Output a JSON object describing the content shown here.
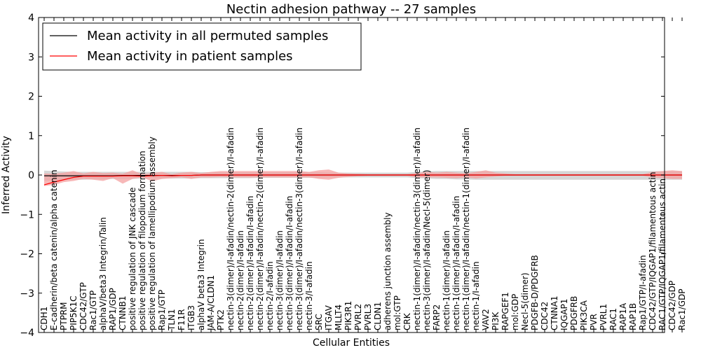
{
  "chart_data": {
    "type": "line",
    "title": "Nectin adhesion pathway -- 27 samples",
    "xlabel": "Cellular Entities",
    "ylabel": "Inferred Activity",
    "ylim": [
      -4,
      4
    ],
    "yticks": [
      -4,
      -3,
      -2,
      -1,
      0,
      1,
      2,
      3,
      4
    ],
    "grid": false,
    "legend_position": "top-left",
    "categories": [
      "CDH1",
      "E-cadherin/beta catenin/alpha catenin",
      "PTPRM",
      "PIP5K1C",
      "CDC42/GTP",
      "Rac1/GTP",
      "alphaV/beta3 Integrin/Talin",
      "RAP1/GDP",
      "CTNNB1",
      "positive regulation of JNK cascade",
      "positive regulation of filopodium formation",
      "positive regulation of lamellipodium assembly",
      "Rap1/GTP",
      "TLN1",
      "F11R",
      "ITGB3",
      "alphaV beta3 Integrin",
      "JAM-A/CLDN1",
      "PTK2",
      "nectin-3(dimer)/I-afadin/nectin-2(dimer)/I-afadin",
      "nectin-2(dimer)/I-afadin",
      "nectin-2(dimer)/I-afadin/I-afadin",
      "nectin-2(dimer)/I-afadin/nectin-2(dimer)/I-afadin",
      "nectin-2/I-afadin",
      "nectin-3(dimer)/I-afadin",
      "nectin-3(dimer)/I-afadin/I-afadin",
      "nectin-3(dimer)/I-afadin/nectin-3(dimer)/I-afadin",
      "nectin-3/I-afadin",
      "SRC",
      "ITGAV",
      "MLLT4",
      "PIK3R1",
      "PVRL2",
      "PVRL3",
      "CLDN1",
      "adherens junction assembly",
      "mol:GTP",
      "CRK",
      "nectin-1(dimer)/I-afadin/nectin-3(dimer)/I-afadin",
      "nectin-3(dimer)/I-afadin/Necl-5(dimer)",
      "FARP2",
      "nectin-1(dimer)/I-afadin",
      "nectin-1(dimer)/I-afadin/I-afadin",
      "nectin-1(dimer)/I-afadin/nectin-1(dimer)/I-afadin",
      "nectin-1/I-afadin",
      "VAV2",
      "PI3K",
      "RAPGEF1",
      "mol:GDP",
      "Necl-5(dimer)",
      "PDGFB-D/PDGFRB",
      "CDC42",
      "CTNNA1",
      "IQGAP1",
      "PDGFRB",
      "PIK3CA",
      "PVR",
      "PVRL1",
      "RAC1",
      "RAP1A",
      "RAP1B",
      "Rap1/GTP/I-afadin",
      "CDC42/GTP/IQGAP1/filamentous actin",
      "RAC1/GTP/IQGAP1/filamentous actin",
      "CDC42/GDP",
      "Rac1/GDP"
    ],
    "series": [
      {
        "name": "Mean activity in all permuted samples",
        "color": "#000000",
        "values": [
          -0.02,
          -0.02,
          -0.02,
          -0.02,
          -0.02,
          -0.02,
          -0.02,
          -0.02,
          -0.01,
          -0.01,
          -0.01,
          -0.01,
          -0.01,
          -0.01,
          -0.01,
          -0.01,
          0,
          0,
          0,
          0,
          0,
          0,
          0,
          0,
          0,
          0,
          0,
          0,
          0,
          0,
          0,
          0,
          0,
          0,
          0,
          0,
          0,
          0,
          0,
          0,
          0,
          0,
          0,
          0,
          0,
          0,
          0,
          0,
          0,
          0,
          0,
          0,
          0,
          0,
          0,
          0,
          0,
          0,
          0,
          0,
          0,
          0,
          0,
          0,
          0,
          0
        ],
        "band": {
          "color": "#bbbbbb",
          "lower": [
            -0.15,
            -0.14,
            -0.13,
            -0.12,
            -0.12,
            -0.11,
            -0.11,
            -0.1,
            -0.1,
            -0.1,
            -0.09,
            -0.09,
            -0.09,
            -0.09,
            -0.09,
            -0.09,
            -0.08,
            -0.08,
            -0.08,
            -0.08,
            -0.08,
            -0.08,
            -0.07,
            -0.07,
            -0.07,
            -0.07,
            -0.07,
            -0.07,
            -0.07,
            -0.06,
            -0.06,
            -0.06,
            -0.06,
            -0.06,
            -0.06,
            -0.06,
            -0.06,
            -0.06,
            -0.08,
            -0.09,
            -0.1,
            -0.1,
            -0.11,
            -0.11,
            -0.12,
            -0.12,
            -0.12,
            -0.12,
            -0.12,
            -0.12,
            -0.12,
            -0.12,
            -0.12,
            -0.12,
            -0.12,
            -0.12,
            -0.12,
            -0.12,
            -0.12,
            -0.12,
            -0.12,
            -0.12,
            -0.12,
            -0.12,
            -0.12,
            -0.12
          ],
          "upper": [
            0.11,
            0.1,
            0.09,
            0.08,
            0.08,
            0.08,
            0.08,
            0.08,
            0.08,
            0.08,
            0.08,
            0.08,
            0.08,
            0.08,
            0.08,
            0.08,
            0.07,
            0.07,
            0.07,
            0.07,
            0.07,
            0.07,
            0.07,
            0.07,
            0.07,
            0.07,
            0.07,
            0.07,
            0.07,
            0.06,
            0.06,
            0.06,
            0.06,
            0.06,
            0.06,
            0.06,
            0.06,
            0.06,
            0.08,
            0.09,
            0.1,
            0.1,
            0.1,
            0.1,
            0.1,
            0.1,
            0.1,
            0.1,
            0.1,
            0.1,
            0.1,
            0.1,
            0.1,
            0.1,
            0.1,
            0.1,
            0.1,
            0.1,
            0.1,
            0.1,
            0.1,
            0.1,
            0.1,
            0.1,
            0.1,
            0.1
          ]
        }
      },
      {
        "name": "Mean activity in patient samples",
        "color": "#ff0000",
        "values": [
          -0.25,
          -0.18,
          -0.12,
          -0.06,
          -0.03,
          -0.03,
          -0.03,
          -0.03,
          -0.02,
          -0.02,
          -0.03,
          -0.02,
          -0.01,
          -0.02,
          -0.01,
          -0.01,
          0,
          0,
          0,
          0,
          0,
          0,
          0,
          0,
          0,
          0,
          0,
          0,
          0,
          0,
          0,
          0,
          0,
          0,
          0,
          0,
          0,
          0,
          0,
          0,
          0,
          0,
          0,
          0,
          0,
          0,
          0,
          0,
          0,
          0,
          0,
          0,
          0,
          0,
          0,
          0,
          0,
          0,
          0,
          0,
          0,
          0,
          0,
          0,
          0,
          0
        ],
        "band": {
          "color": "#f4a0a0",
          "lower": [
            -0.28,
            -0.25,
            -0.18,
            -0.15,
            -0.1,
            -0.12,
            -0.15,
            -0.08,
            -0.22,
            -0.1,
            -0.06,
            -0.16,
            -0.1,
            -0.08,
            -0.06,
            -0.1,
            -0.06,
            -0.06,
            -0.05,
            -0.06,
            -0.06,
            -0.06,
            -0.06,
            -0.06,
            -0.06,
            -0.06,
            -0.06,
            -0.06,
            -0.1,
            -0.12,
            -0.07,
            -0.05,
            -0.03,
            -0.02,
            -0.02,
            -0.02,
            -0.02,
            -0.02,
            -0.06,
            -0.06,
            -0.06,
            -0.07,
            -0.08,
            -0.06,
            -0.09,
            -0.06,
            -0.04,
            -0.02,
            -0.02,
            -0.02,
            -0.02,
            -0.02,
            -0.02,
            -0.02,
            -0.02,
            -0.02,
            -0.02,
            -0.02,
            -0.02,
            -0.02,
            -0.02,
            -0.02,
            -0.06,
            -0.08,
            -0.1,
            -0.1
          ],
          "upper": [
            0.04,
            0.03,
            0.06,
            0.1,
            0.04,
            0.08,
            0.05,
            0.06,
            0.03,
            0.12,
            0.02,
            0.05,
            0.08,
            0.02,
            0.06,
            0.08,
            0.05,
            0.08,
            0.1,
            0.1,
            0.1,
            0.1,
            0.1,
            0.1,
            0.1,
            0.1,
            0.1,
            0.08,
            0.12,
            0.14,
            0.06,
            0.04,
            0.03,
            0.02,
            0.02,
            0.02,
            0.02,
            0.02,
            0.05,
            0.08,
            0.06,
            0.08,
            0.06,
            0.04,
            0.08,
            0.12,
            0.06,
            0.04,
            0.02,
            0.02,
            0.02,
            0.02,
            0.02,
            0.02,
            0.02,
            0.02,
            0.02,
            0.02,
            0.02,
            0.02,
            0.02,
            0.02,
            0.08,
            0.1,
            0.12,
            0.1
          ]
        }
      }
    ]
  }
}
